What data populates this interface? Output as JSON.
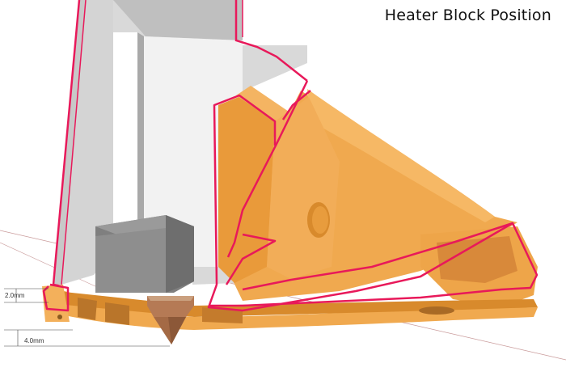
{
  "viewport": {
    "title": "Heater Block Position",
    "dimensions": {
      "top_gap": "2.0mm",
      "bottom_gap": "4.0mm"
    },
    "colors": {
      "background": "#ffffff",
      "part_orange": "#f0a94f",
      "part_orange_dark": "#d88a2c",
      "section_outline": "#e8195a",
      "duct_grey": "#d9d9d9",
      "heater_block": "#8c8c8c",
      "nozzle": "#b57a55"
    }
  }
}
